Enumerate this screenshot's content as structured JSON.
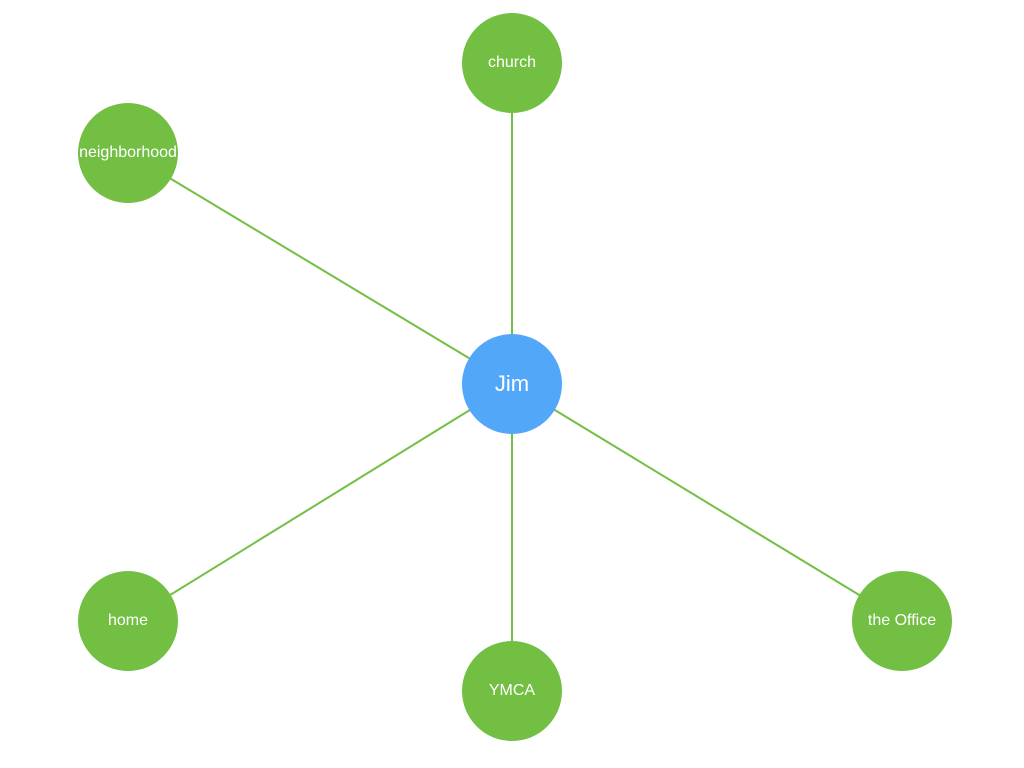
{
  "diagram": {
    "center": {
      "label": "Jim"
    },
    "satellites": [
      {
        "id": "church",
        "label": "church"
      },
      {
        "id": "neighborhood",
        "label": "neighborhood"
      },
      {
        "id": "home",
        "label": "home"
      },
      {
        "id": "ymca",
        "label": "YMCA"
      },
      {
        "id": "office",
        "label": "the Office"
      }
    ],
    "edges": [
      {
        "from": "jim",
        "to": "church"
      },
      {
        "from": "jim",
        "to": "neighborhood"
      },
      {
        "from": "jim",
        "to": "home"
      },
      {
        "from": "jim",
        "to": "ymca"
      },
      {
        "from": "jim",
        "to": "office"
      }
    ]
  },
  "colors": {
    "center_node": "#52a7f8",
    "satellite_node": "#72bf44",
    "edge": "#72bf44",
    "label": "#ffffff"
  }
}
